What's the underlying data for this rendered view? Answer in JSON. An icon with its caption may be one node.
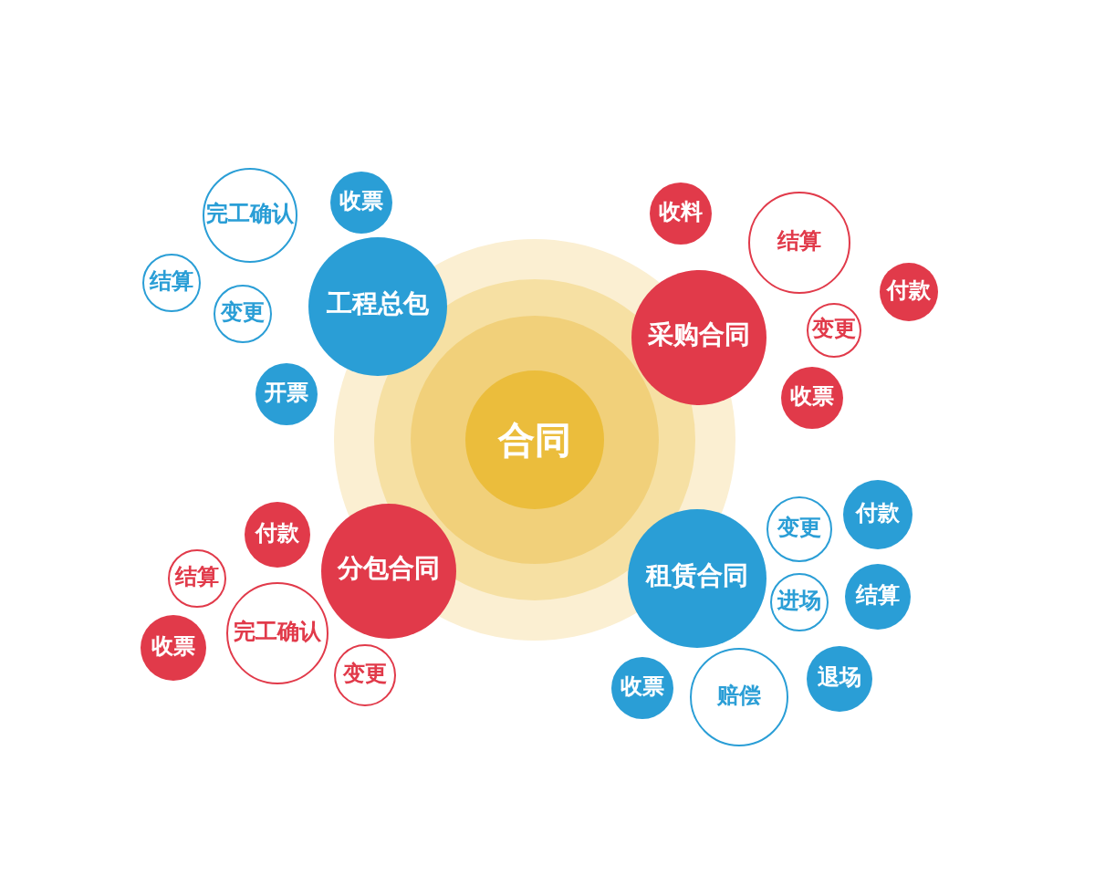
{
  "diagram": {
    "nodes": [
      {
        "text": [
          "合同"
        ]
      },
      {
        "text": [
          "工程总包"
        ]
      },
      {
        "text": [
          "收票"
        ]
      },
      {
        "text": [
          "完工确认"
        ]
      },
      {
        "text": [
          "结算"
        ]
      },
      {
        "text": [
          "变更"
        ]
      },
      {
        "text": [
          "开票"
        ]
      },
      {
        "text": [
          "采购合同"
        ]
      },
      {
        "text": [
          "收料"
        ]
      },
      {
        "text": [
          "结算"
        ]
      },
      {
        "text": [
          "付款"
        ]
      },
      {
        "text": [
          "变更"
        ]
      },
      {
        "text": [
          "收票"
        ]
      },
      {
        "text": [
          "分包合同"
        ]
      },
      {
        "text": [
          "付款"
        ]
      },
      {
        "text": [
          "结算"
        ]
      },
      {
        "text": [
          "收票"
        ]
      },
      {
        "text": [
          "完工确认"
        ]
      },
      {
        "text": [
          "变更"
        ]
      },
      {
        "text": [
          "租赁合同"
        ]
      },
      {
        "text": [
          "变更"
        ]
      },
      {
        "text": [
          "付款"
        ]
      },
      {
        "text": [
          "进场"
        ]
      },
      {
        "text": [
          "结算"
        ]
      },
      {
        "text": [
          "收票"
        ]
      },
      {
        "text": [
          "赔偿"
        ]
      },
      {
        "text": [
          "退场"
        ]
      }
    ]
  }
}
